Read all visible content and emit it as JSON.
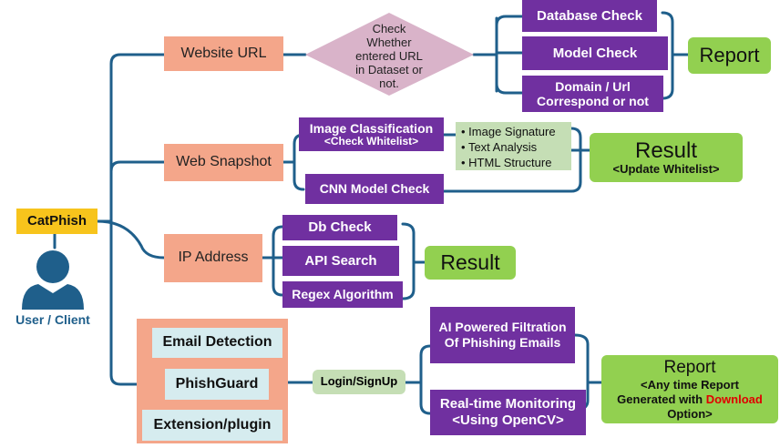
{
  "root": {
    "label": "CatPhish"
  },
  "user": {
    "label": "User / Client",
    "icon": "user-icon"
  },
  "branch_url": {
    "label": "Website URL",
    "decision": "Check Whether entered URL in Dataset or not.",
    "checks": [
      "Database Check",
      "Model Check",
      "Domain / Url Correspond or not"
    ],
    "output": "Report"
  },
  "branch_snapshot": {
    "label": "Web Snapshot",
    "image_classification": {
      "title": "Image Classification",
      "subtitle": "<Check Whitelist>"
    },
    "features": [
      "Image Signature",
      "Text Analysis",
      "HTML Structure"
    ],
    "cnn": "CNN Model Check",
    "output": {
      "title": "Result",
      "subtitle": "<Update Whitelist>"
    }
  },
  "branch_ip": {
    "label": "IP Address",
    "checks": [
      "Db Check",
      "API Search",
      "Regex Algorithm"
    ],
    "output": "Result"
  },
  "branch_extension": {
    "items": [
      "Email Detection",
      "PhishGuard",
      "Extension/plugin"
    ],
    "login": "Login/SignUp",
    "ai": "AI Powered Filtration Of Phishing Emails",
    "realtime": {
      "line1": "Real-time Monitoring",
      "line2": "<Using OpenCV>"
    },
    "output": {
      "title": "Report",
      "line1": "<Any time Report",
      "line2_prefix": "Generated with ",
      "line2_highlight": "Download",
      "line3": "Option>"
    }
  },
  "colors": {
    "connector": "#1f5f8b",
    "purple": "#7030a0",
    "salmon": "#f4a68a",
    "green": "#92d050",
    "yellow": "#f7c41c",
    "diamond": "#d9b3c9",
    "highlight": "#e00000"
  }
}
